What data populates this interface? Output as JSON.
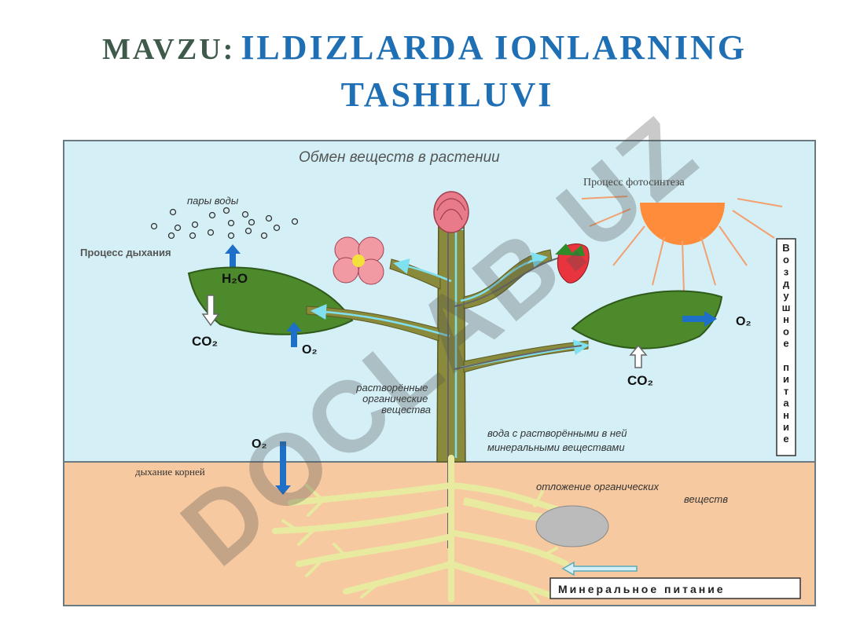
{
  "title": {
    "prefix": "MAVZU:",
    "main": "ILDIZLARDA IONLARNING",
    "line2": "TASHILUVI"
  },
  "diagram": {
    "heading": "Обмен веществ в растении",
    "photosynthesis": "Процесс фотосинтеза",
    "water_vapor": "пары воды",
    "respiration": "Процесс дыхания",
    "h2o": "H₂O",
    "co2_left": "CO₂",
    "o2_left": "O₂",
    "o2_right": "O₂",
    "co2_right": "CO₂",
    "air_nutrition": "Воздушное питание",
    "dissolved_organic": [
      "растворённые",
      "органические",
      "вещества"
    ],
    "water_minerals": [
      "вода с растворёнными в ней",
      "минеральными веществами"
    ],
    "root_o2": "O₂",
    "root_respiration": "дыхание корней",
    "organic_storage": [
      "отложение органических",
      "веществ"
    ],
    "mineral_nutrition": "Минеральное питание"
  },
  "watermark": "DOCLAB.UZ",
  "colors": {
    "title_prefix": "#3d5a4a",
    "title_main": "#1f6fb5",
    "sky": "#d4f0f6",
    "soil": "#f7c9a0",
    "leaf": "#4d8a2c",
    "stem": "#8a8a3c",
    "arrow_blue": "#1e6fc8"
  }
}
